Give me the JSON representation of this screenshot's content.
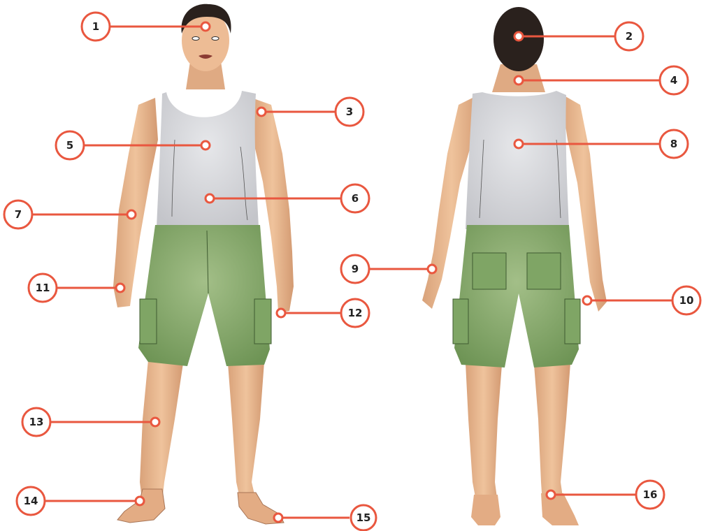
{
  "diagram": {
    "colors": {
      "accent": "#E9573F",
      "skin": "#E9B990",
      "tank_top": "#D5D6DA",
      "shorts": "#86A96A",
      "hair": "#2A211D"
    },
    "views": [
      "front",
      "back"
    ],
    "labels": [
      {
        "id": 1,
        "text": "1"
      },
      {
        "id": 2,
        "text": "2"
      },
      {
        "id": 3,
        "text": "3"
      },
      {
        "id": 4,
        "text": "4"
      },
      {
        "id": 5,
        "text": "5"
      },
      {
        "id": 6,
        "text": "6"
      },
      {
        "id": 7,
        "text": "7"
      },
      {
        "id": 8,
        "text": "8"
      },
      {
        "id": 9,
        "text": "9"
      },
      {
        "id": 10,
        "text": "10"
      },
      {
        "id": 11,
        "text": "11"
      },
      {
        "id": 12,
        "text": "12"
      },
      {
        "id": 13,
        "text": "13"
      },
      {
        "id": 14,
        "text": "14"
      },
      {
        "id": 15,
        "text": "15"
      },
      {
        "id": 16,
        "text": "16"
      }
    ]
  }
}
